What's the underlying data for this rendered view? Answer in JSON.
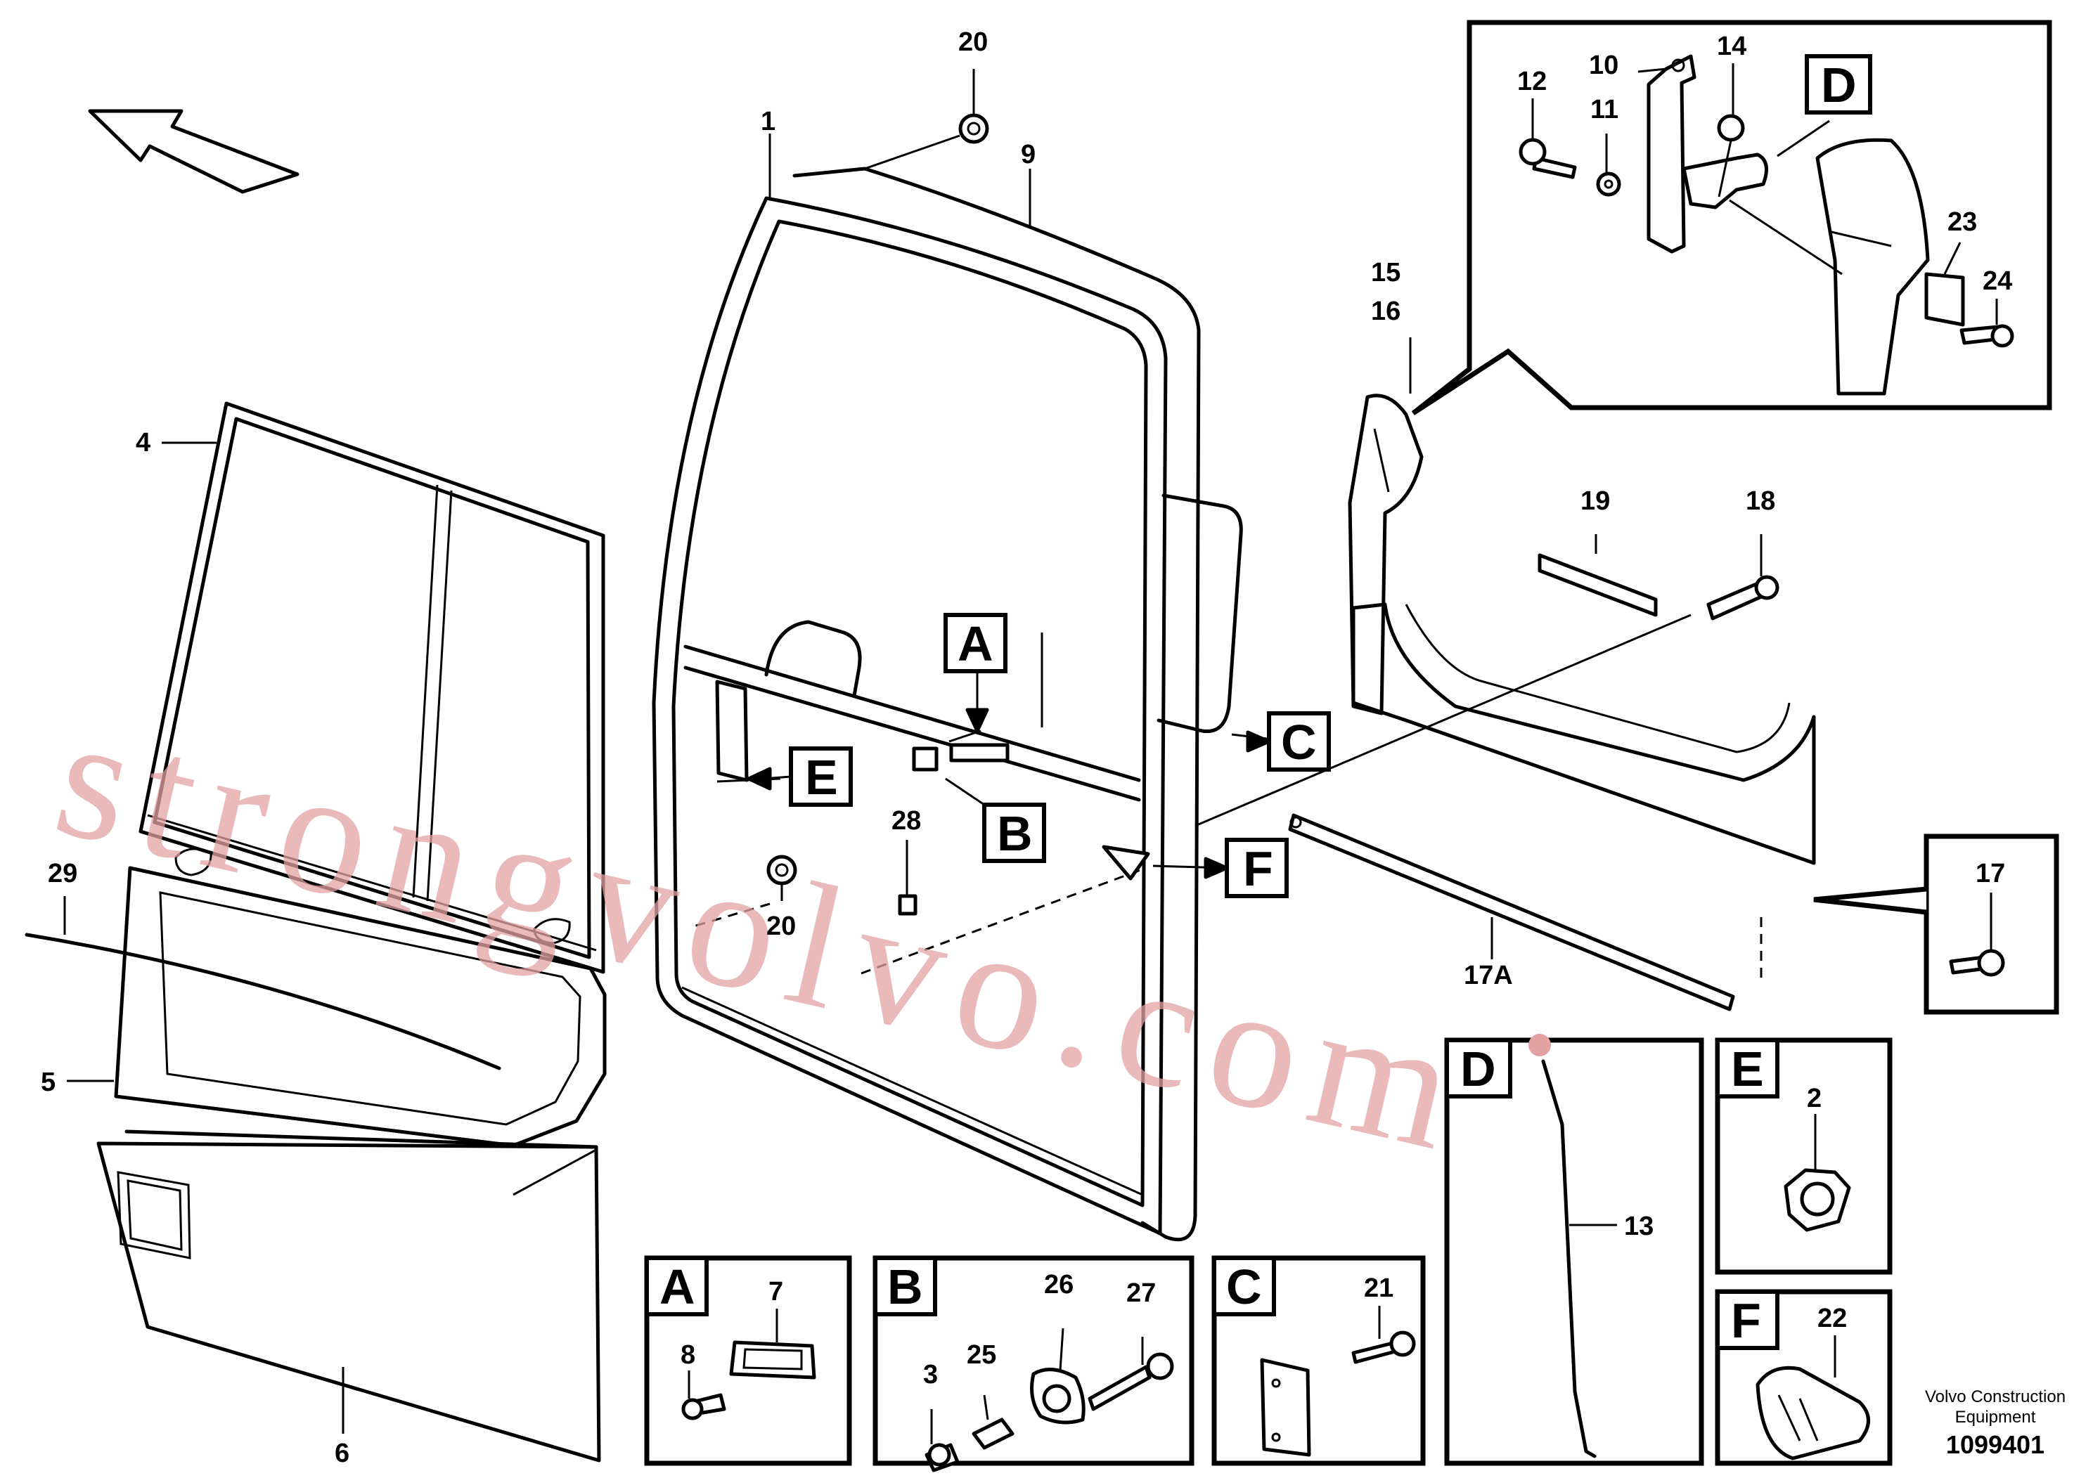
{
  "callouts": {
    "n1": "1",
    "n2": "2",
    "n3": "3",
    "n4": "4",
    "n5": "5",
    "n6": "6",
    "n7": "7",
    "n8": "8",
    "n9": "9",
    "n10": "10",
    "n11": "11",
    "n12": "12",
    "n13": "13",
    "n14": "14",
    "n15": "15",
    "n16": "16",
    "n17": "17",
    "n17a": "17A",
    "n18": "18",
    "n19": "19",
    "n20a": "20",
    "n20b": "20",
    "n21": "21",
    "n22": "22",
    "n23": "23",
    "n24": "24",
    "n25": "25",
    "n26": "26",
    "n27": "27",
    "n28": "28",
    "n29": "29"
  },
  "view_letters": {
    "a": "A",
    "b": "B",
    "c": "C",
    "d": "D",
    "e": "E",
    "f": "F"
  },
  "watermark": "strongvolvo.com",
  "credit": {
    "line1": "Volvo Construction",
    "line2": "Equipment",
    "doc_number": "1099401"
  }
}
